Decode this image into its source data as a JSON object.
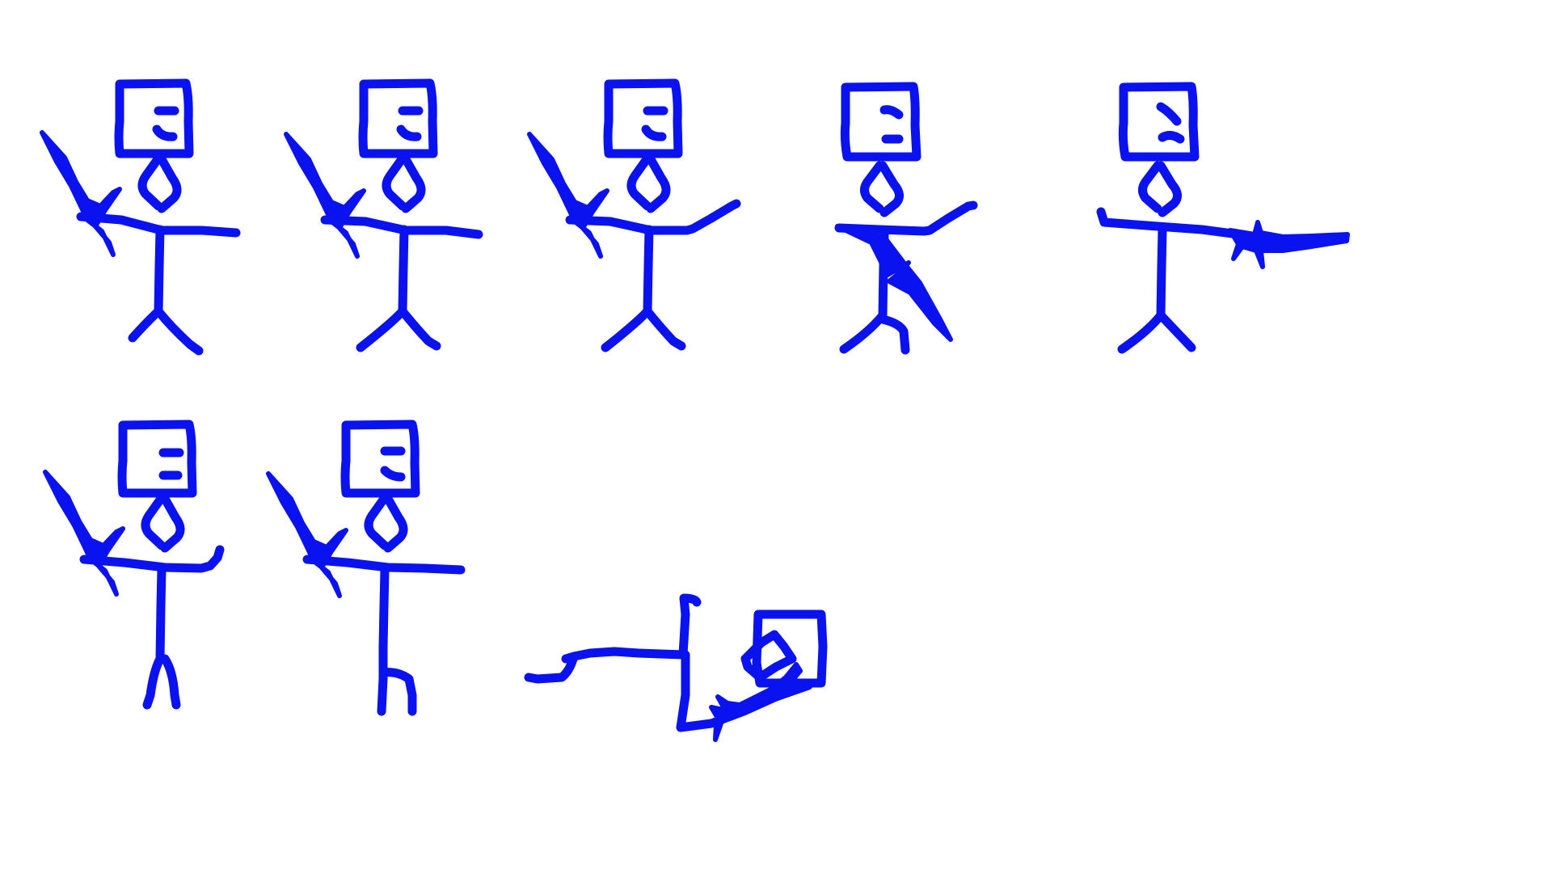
{
  "sprite_sheet": {
    "background_color": "#ffffff",
    "ink_color": "#0a12f0",
    "frames": [
      {
        "pose": "standing-sword-raised"
      },
      {
        "pose": "standing-sword-raised"
      },
      {
        "pose": "standing-sword-raised-arm-up"
      },
      {
        "pose": "standing-sword-swing-down"
      },
      {
        "pose": "standing-sword-thrust"
      },
      {
        "pose": "standing-sword-raised-legs-together"
      },
      {
        "pose": "standing-sword-raised-step"
      },
      {
        "pose": "fallen-sideways"
      }
    ]
  }
}
